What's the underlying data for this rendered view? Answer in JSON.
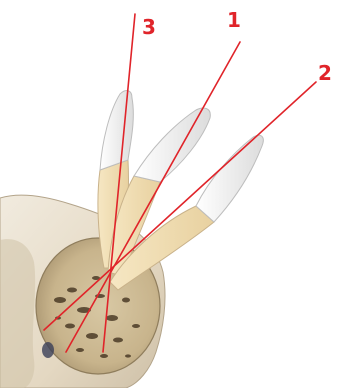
{
  "labels": {
    "line1": "1",
    "line2": "2",
    "line3": "3"
  },
  "colors": {
    "axis_line": "#e0242a",
    "bone": "#e9e0d0",
    "bone_shadow": "#bfb29c",
    "root_dentin": "#f0deb5",
    "enamel": "#f4f4f4",
    "marrow_dark": "#3a2a18"
  }
}
